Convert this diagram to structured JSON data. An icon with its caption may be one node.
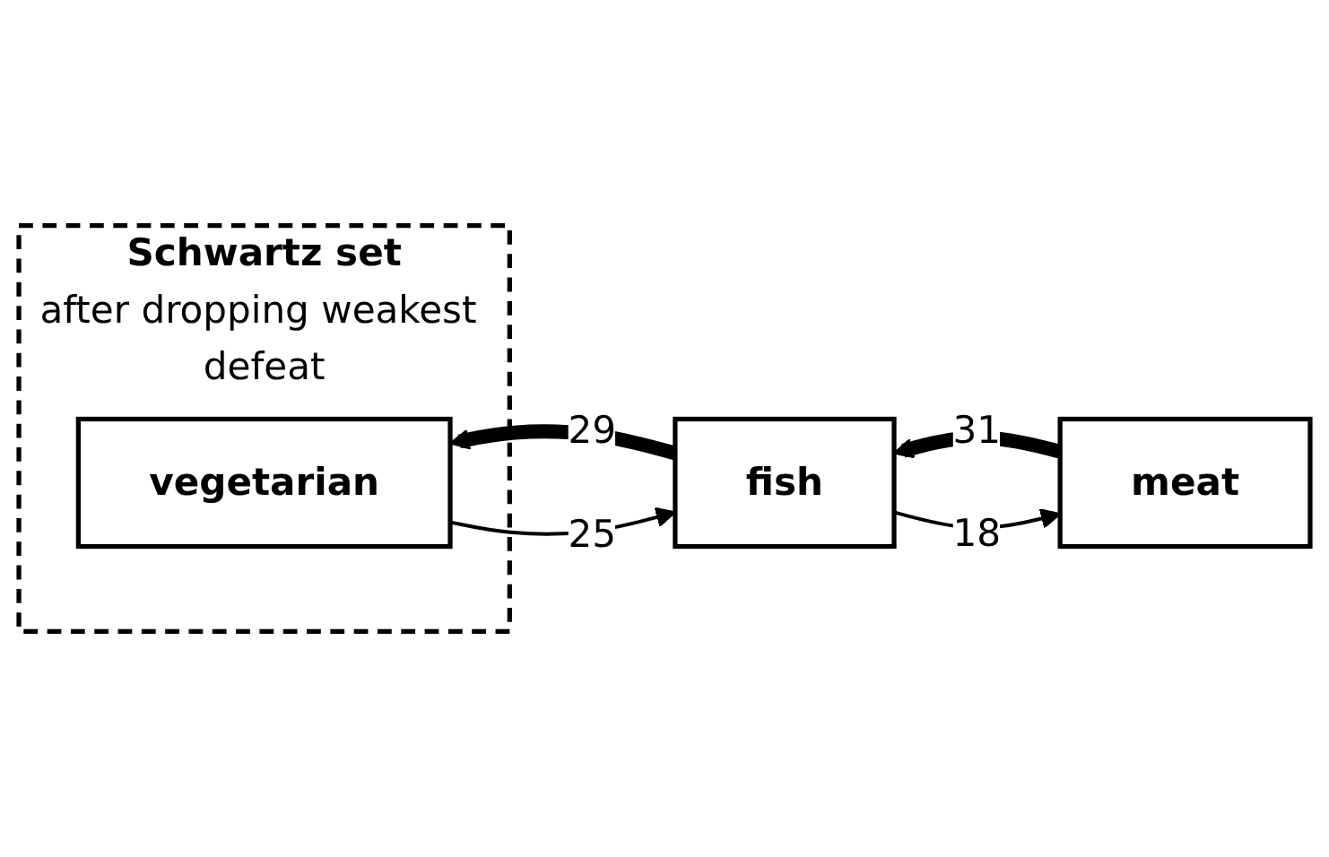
{
  "diagram": {
    "nodes": [
      {
        "text": [
          "meat"
        ]
      },
      {
        "text": [
          "Schwartz set",
          "after dropping weakest defeat"
        ]
      },
      {
        "text": [
          "vegetarian"
        ],
        "in": 1
      },
      {
        "text": [
          "fish"
        ]
      }
    ],
    "edges": [
      {
        "from": 3,
        "to": 0,
        "arrow": "to",
        "label": "18"
      },
      {
        "from": 0,
        "to": 3,
        "arrow": "to",
        "label": "31",
        "style": "thick"
      },
      {
        "from": 3,
        "to": 2,
        "arrow": "to",
        "label": "29",
        "style": "thick"
      },
      {
        "from": 2,
        "to": 3,
        "arrow": "to",
        "label": "25"
      }
    ]
  }
}
